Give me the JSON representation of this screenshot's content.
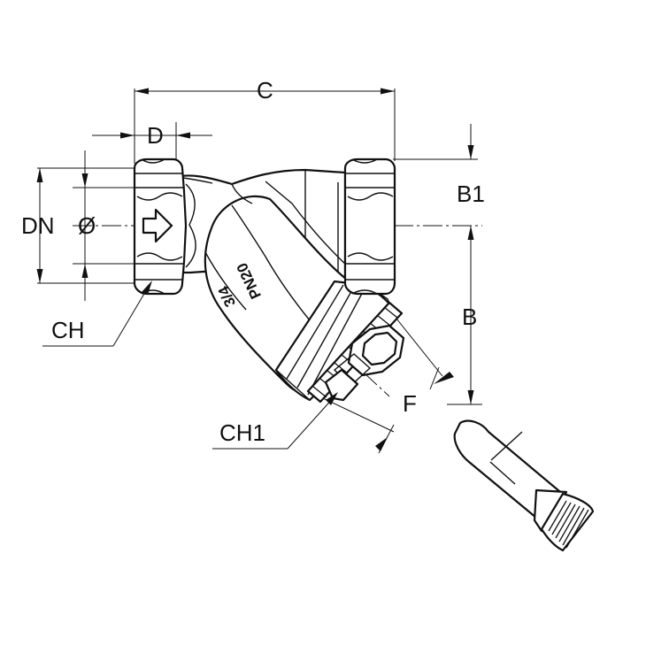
{
  "labels": {
    "c": "C",
    "d": "D",
    "b1": "B1",
    "dn": "DN",
    "diameter": "Ø",
    "b": "B",
    "ch": "CH",
    "f": "F",
    "ch1": "CH1"
  },
  "stamp": {
    "size": "3/4",
    "pressure": "PN20"
  },
  "icons": {
    "flow_direction": "arrow-right-outline"
  },
  "colors": {
    "line": "#111111",
    "background": "#ffffff"
  }
}
